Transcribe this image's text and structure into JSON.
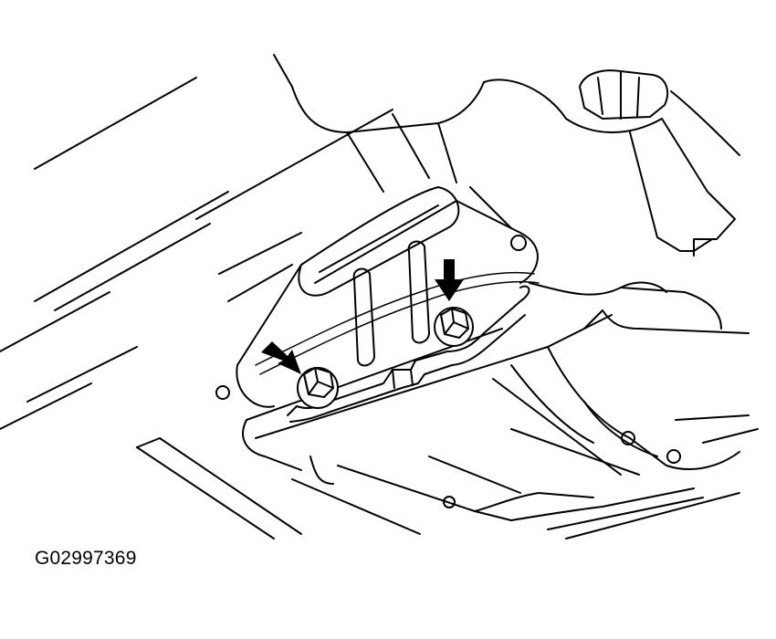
{
  "figure": {
    "id": "G02997369",
    "colors": {
      "line": "#000000",
      "background": "#ffffff"
    },
    "callouts": [
      {
        "name": "bolt-left",
        "marker": "arrow"
      },
      {
        "name": "bolt-right",
        "marker": "arrow"
      }
    ]
  }
}
